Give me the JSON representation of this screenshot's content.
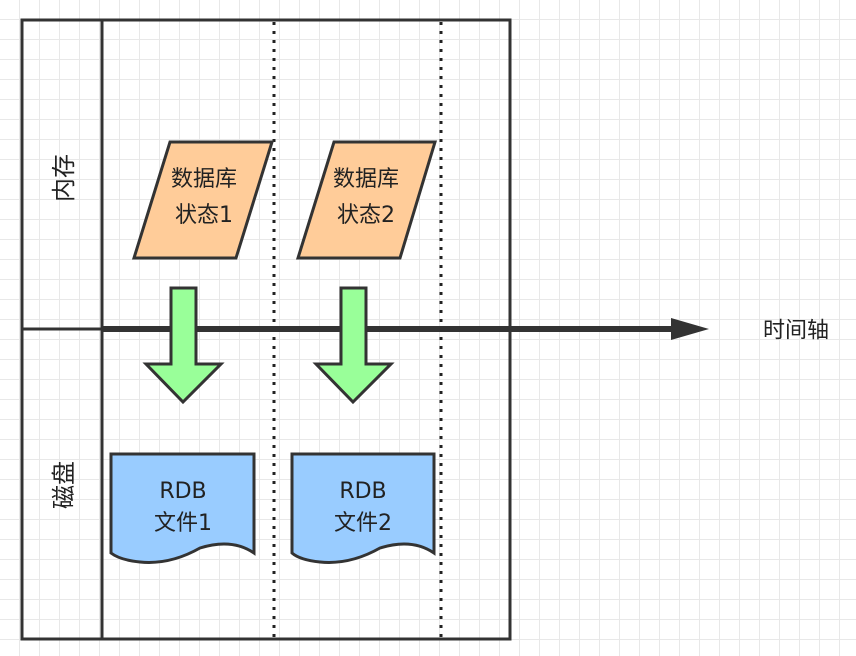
{
  "lanes": {
    "memory": "内存",
    "disk": "磁盘"
  },
  "timeline": {
    "label": "时间轴"
  },
  "states": [
    {
      "line1": "数据库",
      "line2": "状态1"
    },
    {
      "line1": "数据库",
      "line2": "状态2"
    }
  ],
  "files": [
    {
      "line1": "RDB",
      "line2": "文件1"
    },
    {
      "line1": "RDB",
      "line2": "文件2"
    }
  ],
  "colors": {
    "state_fill": "#FFCC99",
    "file_fill": "#99CCFF",
    "arrow_fill": "#99FF99",
    "stroke": "#333333"
  }
}
